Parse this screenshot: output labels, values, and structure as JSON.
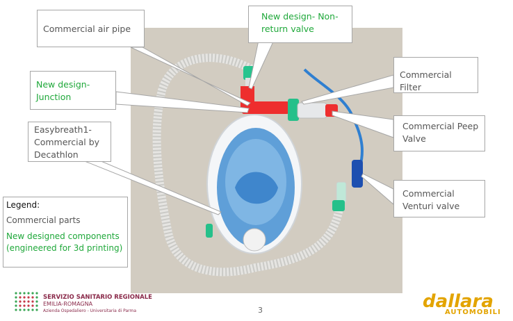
{
  "callouts": {
    "air_pipe": "Commercial air pipe",
    "nonreturn": "New design- Non-return valve",
    "filter": "Commercial Filter",
    "junction": "New design-Junction",
    "peep": "Commercial Peep Valve",
    "easybreath": "Easybreath1-Commercial by Decathlon",
    "venturi": "Commercial Venturi valve"
  },
  "legend": {
    "title": "Legend:",
    "commercial": "Commercial parts",
    "new_designed": "New designed components (engineered for 3d printing)"
  },
  "footer": {
    "ssr_line1": "SERVIZIO SANITARIO REGIONALE",
    "ssr_line2": "EMILIA-ROMAGNA",
    "ssr_line3": "Azienda Ospedaliero - Universitaria di Parma",
    "page_number": "3",
    "brand_name": "dallara",
    "brand_sub": "AUTOMOBILI"
  },
  "colors": {
    "green_text": "#1fa83a",
    "gray_text": "#555555",
    "brand_yellow": "#e3a400",
    "ssr_maroon": "#8a2a4a"
  }
}
